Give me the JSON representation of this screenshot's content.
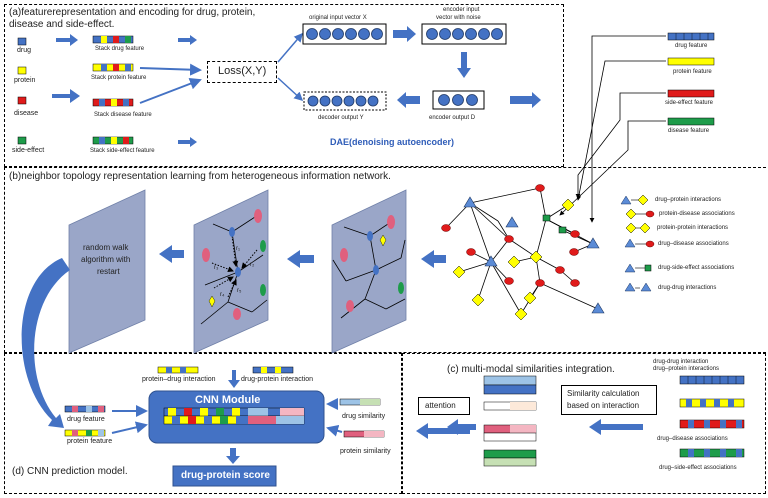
{
  "section_a": {
    "title_line1": "(a)featurerepresentation and encoding for drug, protein,",
    "title_line2": "disease and side-effect.",
    "entities": [
      "drug",
      "protein",
      "disease",
      "side-effect"
    ],
    "stack_labels": [
      "Stack drug feature",
      "Stack protein feature",
      "Stack disease feature",
      "Stack side-effect feature"
    ],
    "loss": "Loss(X,Y)",
    "orig_input": "original input vector X",
    "encoder_input_line1": "encoder input",
    "encoder_input_line2": "vector with noise",
    "encoder_output": "encoder output D",
    "decoder_output": "decoder output Y",
    "dae": "DAE(denoising autoencoder)",
    "feature_outputs": [
      "drug feature",
      "protein feature",
      "side-effect feature",
      "disease feature"
    ]
  },
  "section_b": {
    "title": "(b)neighbor topology representation learning from heterogeneous information  network.",
    "random_walk_line1": "random walk",
    "random_walk_line2": "algorithm with",
    "random_walk_line3": "restart",
    "node_labels": [
      "r₁",
      "r₂",
      "r₃",
      "r₄",
      "r₅"
    ],
    "legend": [
      "drug–protein interactions",
      "protein-disease associations",
      "protein-protein interactions",
      "drug–disease associations",
      "drug-side-effect associations",
      "drug-drug interactions"
    ]
  },
  "section_c": {
    "title": "(c)  multi-modal similarities integration.",
    "matrix_labels": [
      "drug-drug interaction",
      "drug–protein interactions",
      "drug–disease associations",
      "drug–side-effect associations"
    ],
    "attention": "attention",
    "similarity_line1": "Similarity calculation",
    "similarity_line2": "based on interaction"
  },
  "section_d": {
    "title": "(d) CNN prediction model.",
    "protein_drug": "protein–drug interaction",
    "drug_protein": "drug-protein interaction",
    "cnn": "CNN  Module",
    "drug_feature": "drug feature",
    "protein_feature": "protein feature",
    "drug_similarity": "drug similarity",
    "protein_similarity": "protein similarity",
    "score": "drug-protein  score"
  },
  "colors": {
    "blue": "#4472c4",
    "yellow": "#ffff00",
    "red": "#e01b1b",
    "green": "#1e9c4a",
    "pink": "#e0607e",
    "panel": "#9aa6c8",
    "cnn": "#4472c4",
    "node_blue": "#5b8bd6"
  }
}
